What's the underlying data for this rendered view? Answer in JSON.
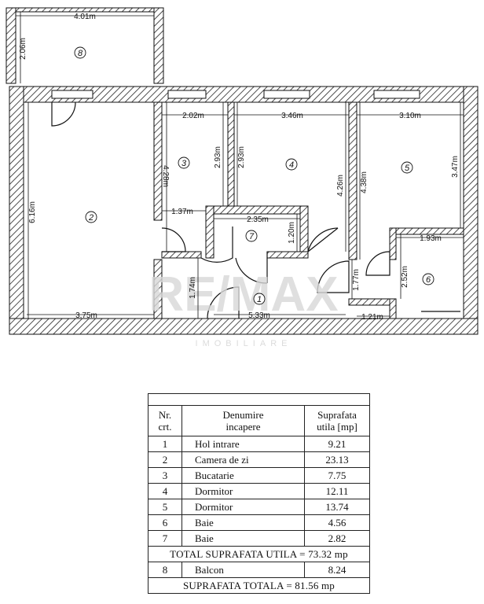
{
  "plan": {
    "rooms": [
      {
        "no": "1"
      },
      {
        "no": "2"
      },
      {
        "no": "3"
      },
      {
        "no": "4"
      },
      {
        "no": "5"
      },
      {
        "no": "6"
      },
      {
        "no": "7"
      },
      {
        "no": "8"
      }
    ],
    "dimensions": [
      "4.01m",
      "2.06m",
      "6.16m",
      "3.75m",
      "2.02m",
      "4.28m",
      "2.93m",
      "1.37m",
      "3.46m",
      "2.93m",
      "4.26m",
      "4.38m",
      "3.10m",
      "3.47m",
      "2.35m",
      "1.20m",
      "1.74m",
      "5.33m",
      "1.93m",
      "2.52m",
      "1.77m",
      "1.21m"
    ],
    "watermark": "RE/MAX",
    "watermark_sub": "IMOBILIARE"
  },
  "legend": {
    "header": {
      "nr": "Nr.\ncrt.",
      "name": "Denumire\nincapere",
      "area": "Suprafata\nutila [mp]"
    },
    "rows": [
      {
        "nr": "1",
        "name": "Hol intrare",
        "area": "9.21"
      },
      {
        "nr": "2",
        "name": "Camera de zi",
        "area": "23.13"
      },
      {
        "nr": "3",
        "name": "Bucatarie",
        "area": "7.75"
      },
      {
        "nr": "4",
        "name": "Dormitor",
        "area": "12.11"
      },
      {
        "nr": "5",
        "name": "Dormitor",
        "area": "13.74"
      },
      {
        "nr": "6",
        "name": "Baie",
        "area": "4.56"
      },
      {
        "nr": "7",
        "name": "Baie",
        "area": "2.82"
      }
    ],
    "total_useful": "TOTAL SUPRAFATA UTILA = 73.32 mp",
    "balcony": {
      "nr": "8",
      "name": "Balcon",
      "area": "8.24"
    },
    "total": "SUPRAFATA TOTALA = 81.56 mp"
  }
}
